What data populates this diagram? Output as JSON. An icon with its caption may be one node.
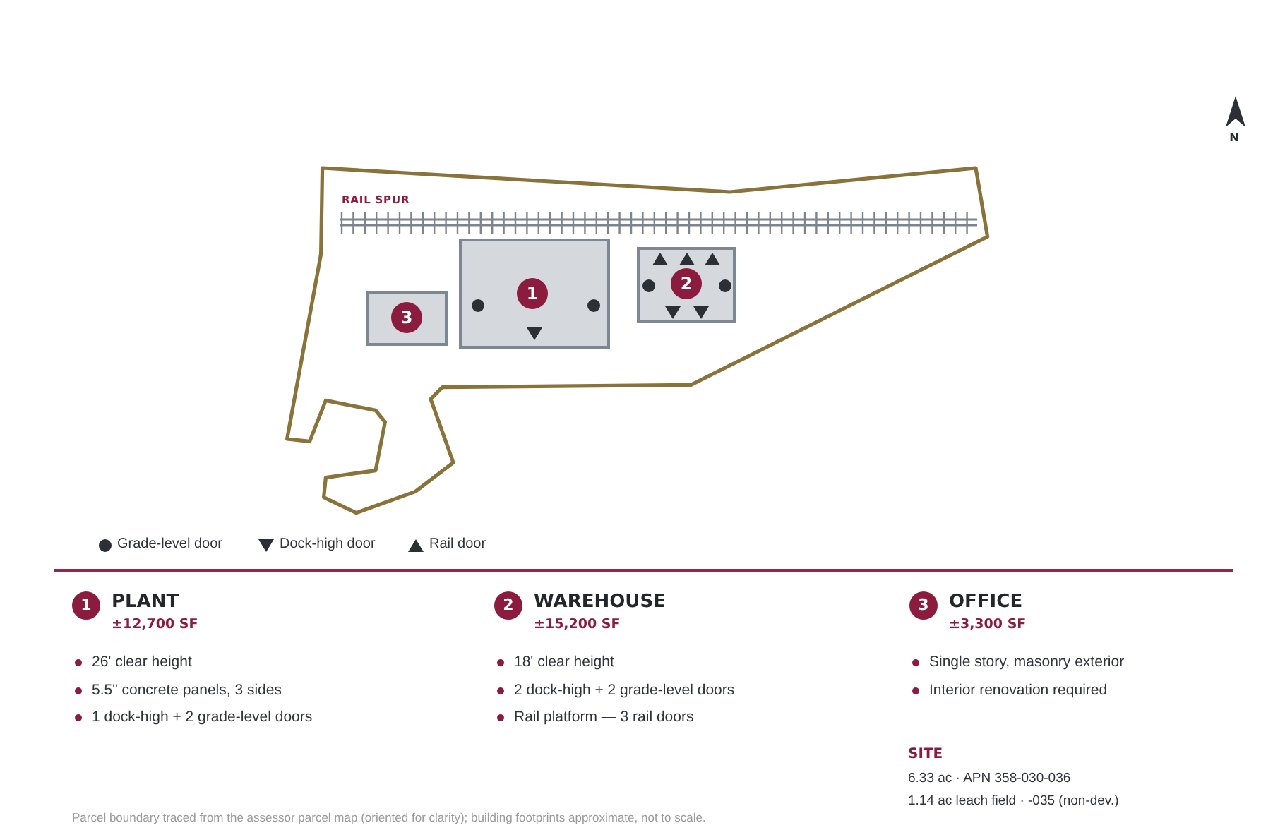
{
  "diagram": {
    "caption": "Parcel boundary traced from the assessor parcel map (oriented for clarity); building footprints approximate, not to scale.",
    "nodes": [
      {
        "text": [
          "1"
        ]
      },
      {
        "text": [
          "2"
        ]
      },
      {
        "text": [
          "3"
        ]
      }
    ],
    "labels": [
      "N",
      "RAIL SPUR",
      "1",
      "PLANT",
      "±12,700 SF",
      "26' clear height",
      "5.5\" concrete panels, 3 sides",
      "1 dock-high + 2 grade-level doors",
      "2",
      "WAREHOUSE",
      "±15,200 SF",
      "18' clear height",
      "2 dock-high + 2 grade-level doors",
      "Rail platform — 3 rail doors",
      "3",
      "OFFICE",
      "±3,300 SF",
      "Single story, masonry exterior",
      "Interior renovation required",
      "SITE",
      "6.33 ac · APN 358-030-036",
      "1.14 ac leach field · -035 (non-dev.)"
    ],
    "legend": [
      {
        "text": "Grade-level door"
      },
      {
        "text": "Dock-high door"
      },
      {
        "text": "Rail door"
      }
    ]
  }
}
